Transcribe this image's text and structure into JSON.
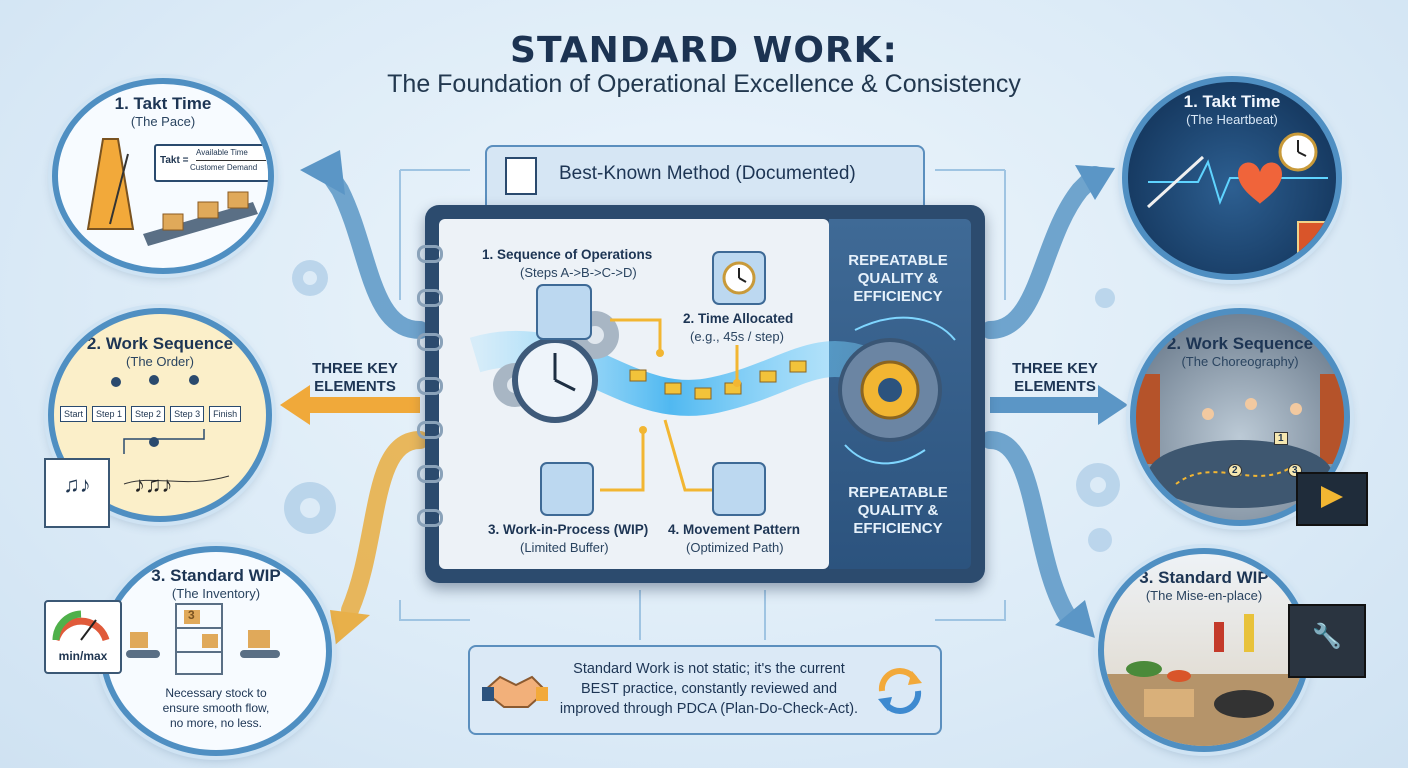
{
  "header": {
    "title": "STANDARD WORK:",
    "subtitle": "The Foundation of Operational Excellence & Consistency"
  },
  "left": {
    "takt": {
      "title": "1. Takt Time",
      "subtitle": "(The Pace)",
      "formula_lhs": "Takt =",
      "formula_num": "Available Time",
      "formula_den": "Customer Demand"
    },
    "sequence": {
      "title": "2. Work Sequence",
      "subtitle": "(The Order)",
      "steps": [
        "Start",
        "Step 1",
        "Step 2",
        "Step 3",
        "Finish"
      ]
    },
    "wip": {
      "title": "3. Standard WIP",
      "subtitle": "(The Inventory)",
      "gauge_label": "min/max",
      "bin_label": "3",
      "note_1": "Necessary stock to",
      "note_2": "ensure smooth flow,",
      "note_3": "no more, no less."
    },
    "key_label_1": "THREE KEY",
    "key_label_2": "ELEMENTS"
  },
  "right": {
    "takt": {
      "title": "1. Takt Time",
      "subtitle": "(The Heartbeat)"
    },
    "sequence": {
      "title": "2. Work Sequence",
      "subtitle": "(The Choreography)",
      "markers": [
        "1",
        "2",
        "3"
      ]
    },
    "wip": {
      "title": "3. Standard WIP",
      "subtitle": "(The Mise-en-place)"
    },
    "key_label_1": "THREE KEY",
    "key_label_2": "ELEMENTS"
  },
  "center": {
    "banner": "Best-Known Method (Documented)",
    "seq_title": "1. Sequence of Operations",
    "seq_sub": "(Steps A->B->C->D)",
    "time_title": "2. Time Allocated",
    "time_sub": "(e.g., 45s / step)",
    "wip_title": "3. Work-in-Process (WIP)",
    "wip_sub": "(Limited Buffer)",
    "move_title": "4. Movement Pattern",
    "move_sub": "(Optimized Path)",
    "result_top": [
      "REPEATABLE",
      "QUALITY &",
      "EFFICIENCY"
    ],
    "result_bottom": [
      "REPEATABLE",
      "QUALITY &",
      "EFFICIENCY"
    ]
  },
  "footer": {
    "line_1": "Standard Work is not static; it's the current",
    "line_2": "BEST practice, constantly reviewed and",
    "line_3": "improved through PDCA (Plan-Do-Check-Act)."
  },
  "colors": {
    "accent_blue": "#4f8fc2",
    "gold": "#f2b632",
    "navy": "#1c3352",
    "orange": "#f29a3a"
  }
}
